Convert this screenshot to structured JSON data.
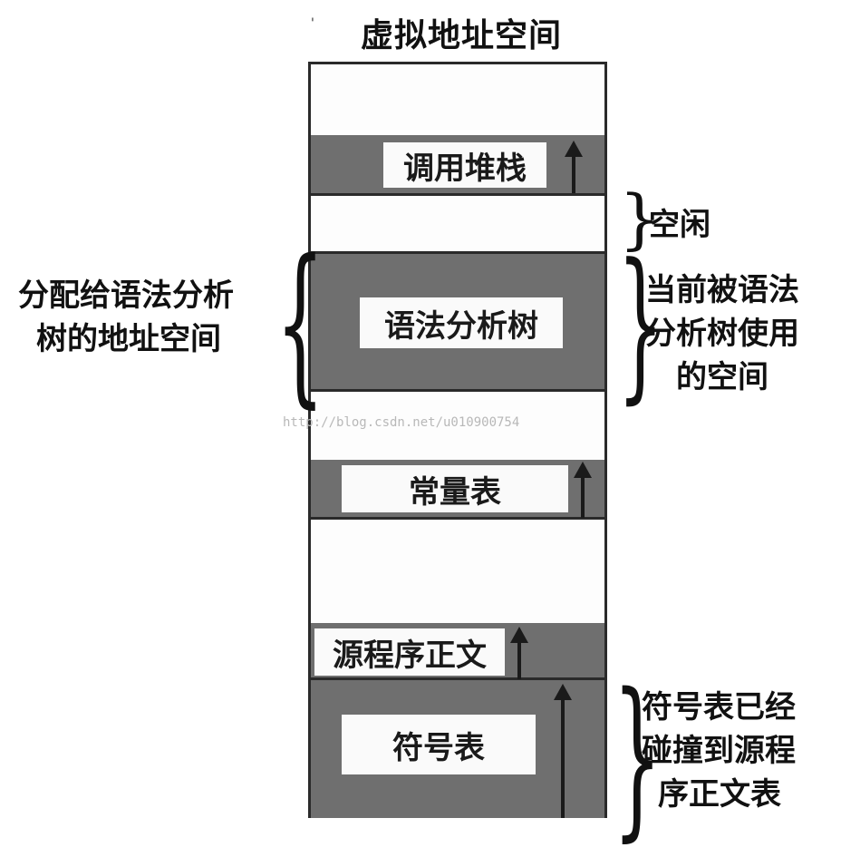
{
  "title": "虚拟地址空间",
  "column": {
    "call_stack": "调用堆栈",
    "parse_tree": "语法分析树",
    "constant_table": "常量表",
    "source_text": "源程序正文",
    "symbol_table": "符号表"
  },
  "annotations": {
    "free": "空闲",
    "left_line1": "分配给语法分析",
    "left_line2": "树的地址空间",
    "right_parse_line1": "当前被语法",
    "right_parse_line2": "分析树使用",
    "right_parse_line3": "的空间",
    "right_symbol_line1": "符号表已经",
    "right_symbol_line2": "碰撞到源程",
    "right_symbol_line3": "序正文表"
  },
  "watermark": "http://blog.csdn.net/u010900754"
}
